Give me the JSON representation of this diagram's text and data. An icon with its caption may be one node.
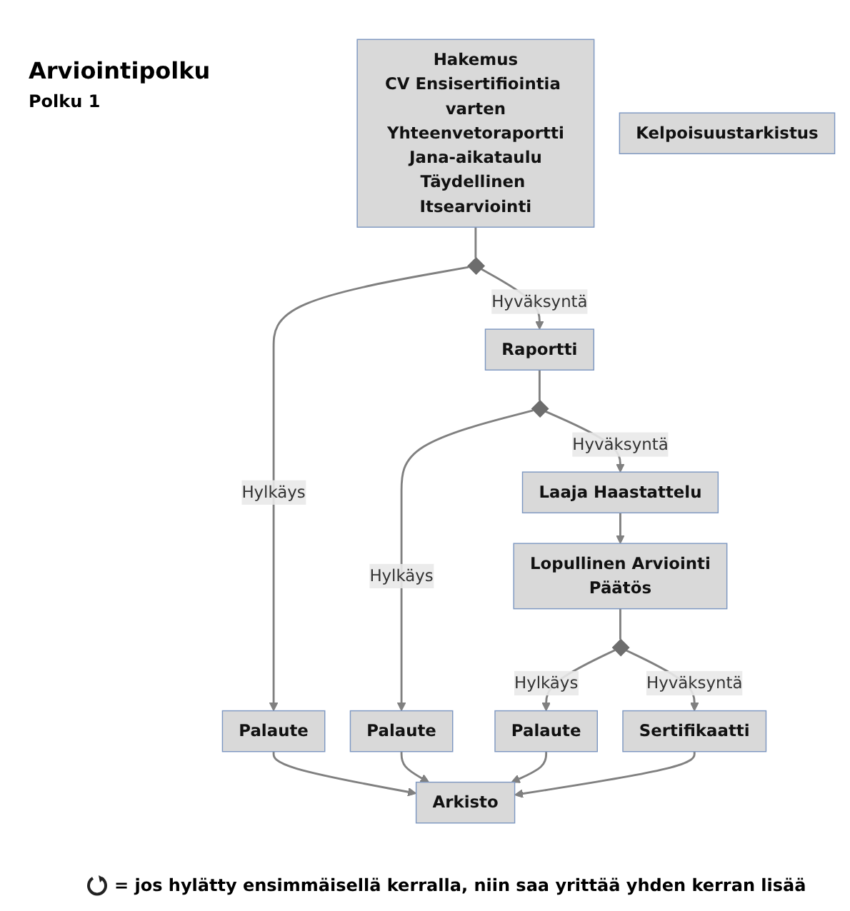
{
  "diagram": {
    "title": "Arviointipolku",
    "nodes": [
      {
        "text": [
          "Hakemus",
          "CV Ensisertifiointia varten",
          "Yhteenvetoraportti",
          "Jana-aikataulu",
          "Täydellinen Itsearviointi"
        ]
      },
      {
        "text": [
          "Palaute"
        ]
      },
      {
        "text": [],
        "shape": "diamond"
      },
      {
        "text": [
          "Kelpoisuustarkistus"
        ]
      },
      {
        "text": [
          "Raportti"
        ]
      },
      {
        "text": [
          "Palaute"
        ]
      },
      {
        "text": [],
        "shape": "diamond"
      },
      {
        "text": [
          "Laaja Haastattelu"
        ]
      },
      {
        "text": [
          "Lopullinen Arviointi",
          "Päätös"
        ]
      },
      {
        "text": [
          "Palaute"
        ]
      },
      {
        "text": [],
        "shape": "diamond"
      },
      {
        "text": [
          "Sertifikaatti"
        ]
      },
      {
        "text": [
          "Arkisto"
        ]
      }
    ],
    "edges": [
      {
        "from": 0,
        "to": 2,
        "arrow": "none"
      },
      {
        "from": 2,
        "to": 1,
        "arrow": "to",
        "label": "Hylkäys"
      },
      {
        "from": 2,
        "to": 4,
        "arrow": "to",
        "label": "Hyväksyntä"
      },
      {
        "from": 4,
        "to": 6,
        "arrow": "none"
      },
      {
        "from": 6,
        "to": 5,
        "arrow": "to",
        "label": "Hylkäys"
      },
      {
        "from": 6,
        "to": 7,
        "arrow": "to",
        "label": "Hyväksyntä"
      },
      {
        "from": 7,
        "to": 8,
        "arrow": "to"
      },
      {
        "from": 8,
        "to": 10,
        "arrow": "none"
      },
      {
        "from": 10,
        "to": 9,
        "arrow": "to",
        "label": "Hylkäys"
      },
      {
        "from": 10,
        "to": 11,
        "arrow": "to",
        "label": "Hyväksyntä"
      },
      {
        "from": 11,
        "to": 12,
        "arrow": "to"
      },
      {
        "from": 1,
        "to": 12,
        "arrow": "to"
      },
      {
        "from": 5,
        "to": 12,
        "arrow": "to"
      },
      {
        "from": 9,
        "to": 12,
        "arrow": "to"
      }
    ],
    "labels": [
      "Polku 1",
      "= jos hylätty ensimmäisellä kerralla, niin saa yrittää yhden kerran lisää"
    ]
  }
}
